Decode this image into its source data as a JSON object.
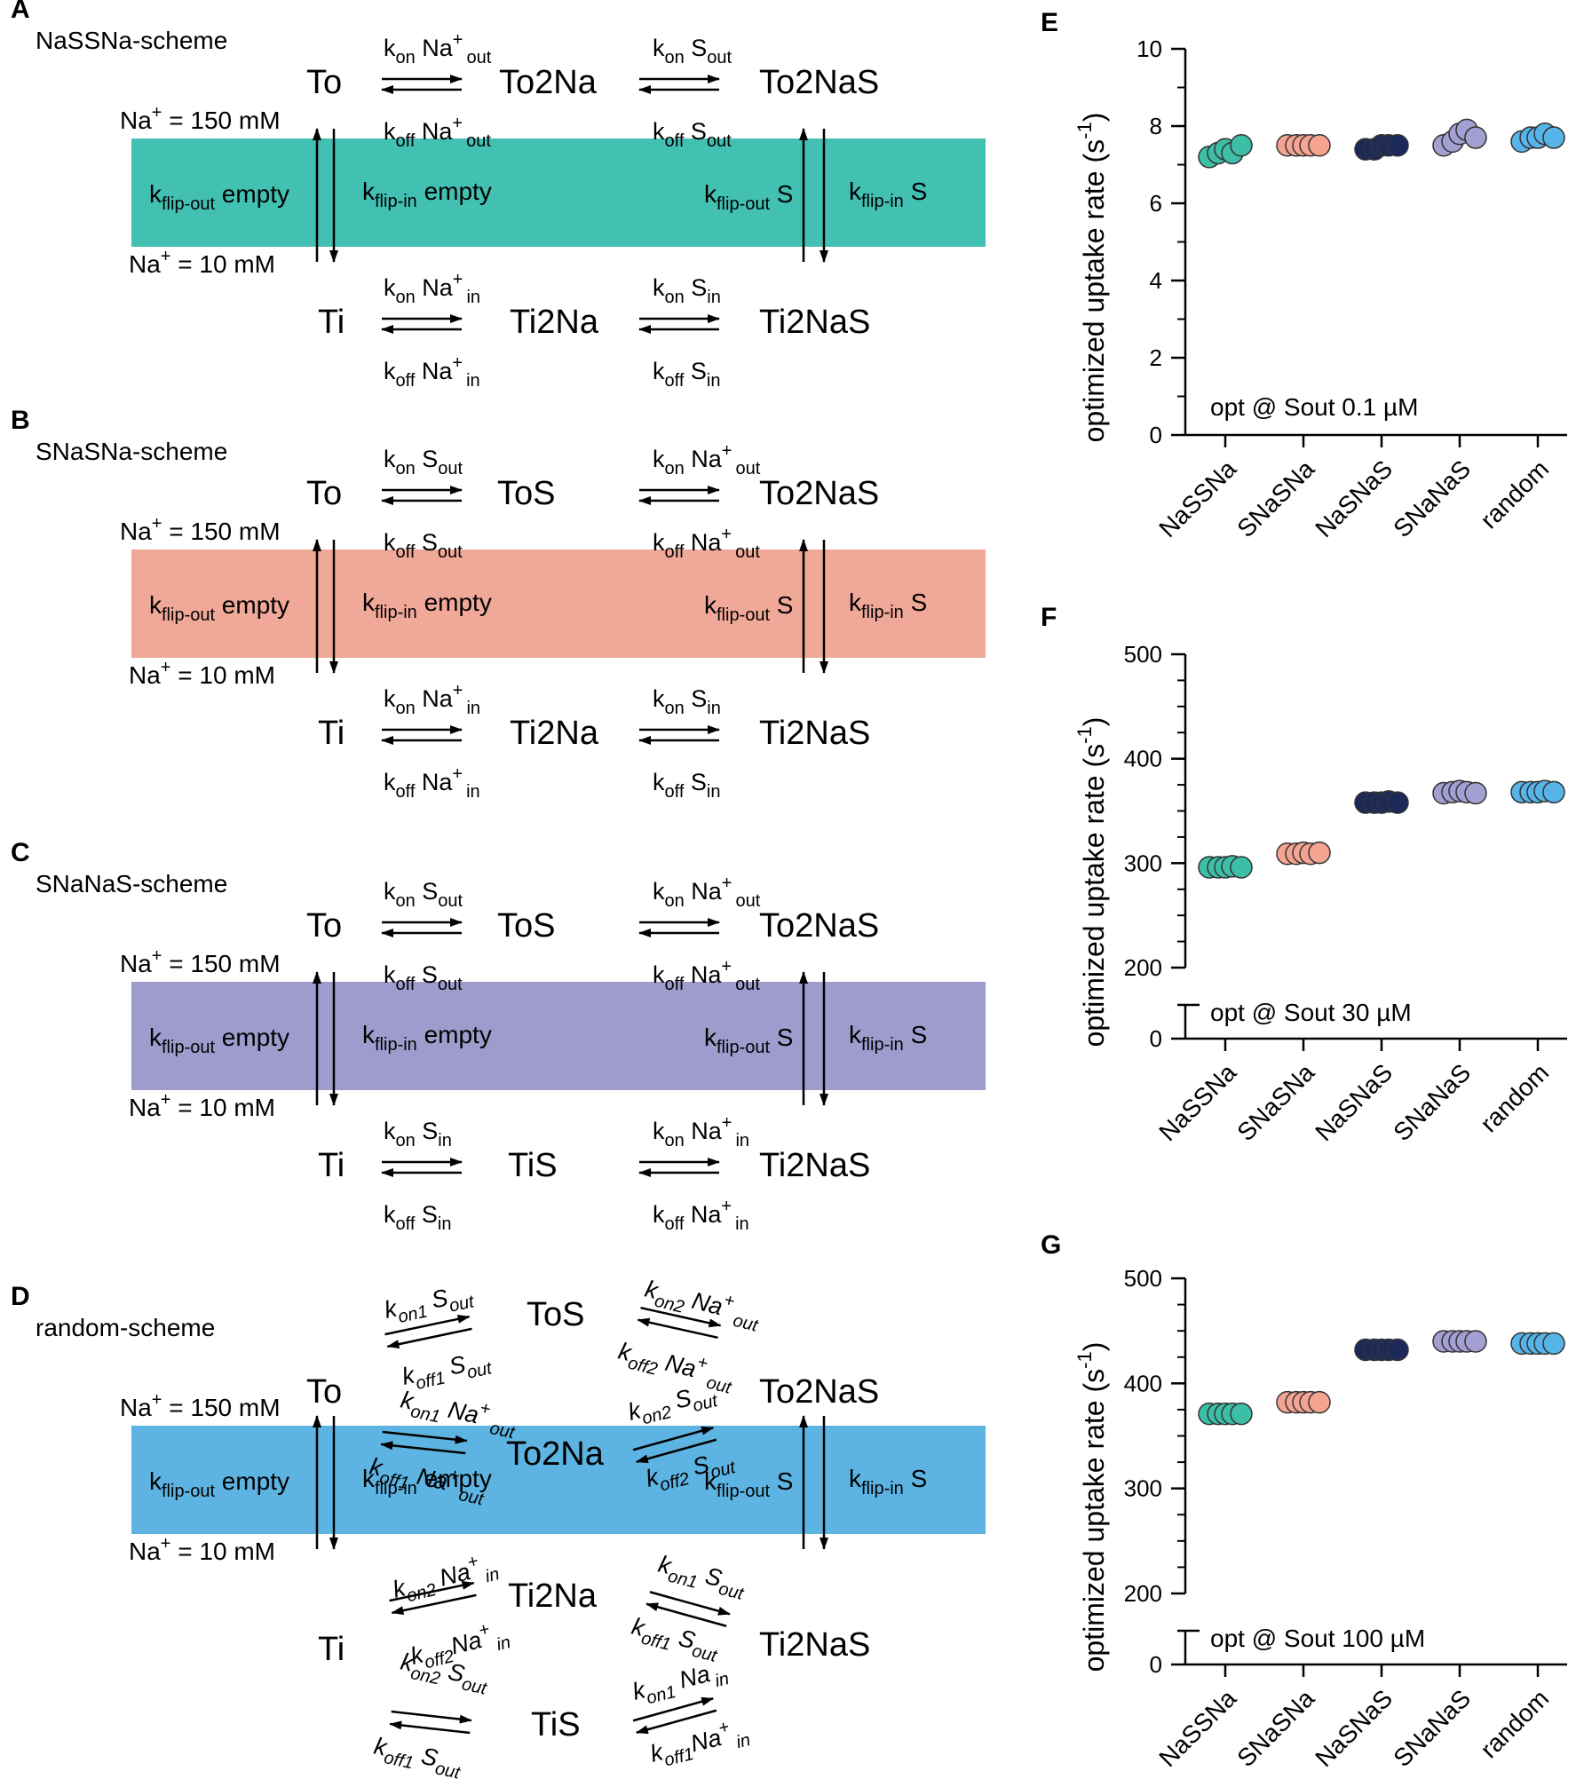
{
  "panels": {
    "A": {
      "letter": "A",
      "title": "NaSSNa-scheme",
      "color": "#42c0b2"
    },
    "B": {
      "letter": "B",
      "title": "SNaSNa-scheme",
      "color": "#f0a898"
    },
    "C": {
      "letter": "C",
      "title": "SNaNaS-scheme",
      "color": "#9d9ccd"
    },
    "D": {
      "letter": "D",
      "title": "random-scheme",
      "color": "#5db4e2"
    },
    "E": {
      "letter": "E"
    },
    "F": {
      "letter": "F"
    },
    "G": {
      "letter": "G"
    }
  },
  "labels": {
    "na_out": "Na",
    "na_out_conc": "= 150 mM",
    "na_in_conc": "= 10 mM",
    "plus": "+",
    "k": "k",
    "sub_on": "on",
    "sub_off": "off",
    "sub_on1": "on1",
    "sub_off1": "off1",
    "sub_on2": "on2",
    "sub_off2": "off2",
    "sub_out": "out",
    "sub_in": "in",
    "sub_flip_out": "flip-out",
    "sub_flip_in": "flip-in",
    "empty": "empty",
    "S": "S",
    "Na": "Na"
  },
  "states": {
    "To": "To",
    "Ti": "Ti",
    "To2Na": "To2Na",
    "To2NaS": "To2NaS",
    "Ti2Na": "Ti2Na",
    "Ti2NaS": "Ti2NaS",
    "ToS": "ToS",
    "TiS": "TiS"
  },
  "chart_data": [
    {
      "type": "scatter",
      "ylabel": "optimized uptake rate (s⁻¹)",
      "ylabel_main": "optimized uptake rate (s",
      "ylabel_exp": "-1",
      "ylabel_end": ")",
      "annotation": "opt @ Sout 0.1 µM",
      "categories": [
        "NaSSNa",
        "SNaSNa",
        "NaSNaS",
        "SNaNaS",
        "random"
      ],
      "colors": [
        "#3dbfa7",
        "#f4a490",
        "#1c2a5a",
        "#a49fd2",
        "#56b4e8"
      ],
      "ylim": [
        0,
        10
      ],
      "yticks": [
        0,
        2,
        4,
        6,
        8,
        10
      ],
      "broken_axis": false,
      "series": [
        {
          "category": "NaSSNa",
          "values": [
            7.2,
            7.3,
            7.4,
            7.3,
            7.5
          ]
        },
        {
          "category": "SNaSNa",
          "values": [
            7.5,
            7.5,
            7.5,
            7.5,
            7.5
          ]
        },
        {
          "category": "NaSNaS",
          "values": [
            7.4,
            7.4,
            7.5,
            7.5,
            7.5
          ]
        },
        {
          "category": "SNaNaS",
          "values": [
            7.5,
            7.6,
            7.8,
            7.9,
            7.7
          ]
        },
        {
          "category": "random",
          "values": [
            7.6,
            7.7,
            7.7,
            7.8,
            7.7
          ]
        }
      ]
    },
    {
      "type": "scatter",
      "ylabel": "optimized uptake rate (s⁻¹)",
      "ylabel_main": "optimized uptake rate (s",
      "ylabel_exp": "-1",
      "ylabel_end": ")",
      "annotation": "opt @ Sout 30 µM",
      "categories": [
        "NaSSNa",
        "SNaSNa",
        "NaSNaS",
        "SNaNaS",
        "random"
      ],
      "colors": [
        "#3dbfa7",
        "#f4a490",
        "#1c2a5a",
        "#a49fd2",
        "#56b4e8"
      ],
      "ylim": [
        200,
        500
      ],
      "yticks": [
        0,
        200,
        300,
        400,
        500
      ],
      "broken_axis": true,
      "series": [
        {
          "category": "NaSSNa",
          "values": [
            296,
            296,
            296,
            297,
            296
          ]
        },
        {
          "category": "SNaSNa",
          "values": [
            309,
            309,
            310,
            309,
            310
          ]
        },
        {
          "category": "NaSNaS",
          "values": [
            358,
            358,
            358,
            359,
            358
          ]
        },
        {
          "category": "SNaNaS",
          "values": [
            367,
            368,
            369,
            368,
            367
          ]
        },
        {
          "category": "random",
          "values": [
            368,
            368,
            368,
            369,
            368
          ]
        }
      ]
    },
    {
      "type": "scatter",
      "ylabel": "optimized uptake rate (s⁻¹)",
      "ylabel_main": "optimized uptake rate (s",
      "ylabel_exp": "-1",
      "ylabel_end": ")",
      "annotation": "opt @ Sout 100 µM",
      "categories": [
        "NaSSNa",
        "SNaSNa",
        "NaSNaS",
        "SNaNaS",
        "random"
      ],
      "colors": [
        "#3dbfa7",
        "#f4a490",
        "#1c2a5a",
        "#a49fd2",
        "#56b4e8"
      ],
      "ylim": [
        200,
        500
      ],
      "yticks": [
        0,
        200,
        300,
        400,
        500
      ],
      "broken_axis": true,
      "series": [
        {
          "category": "NaSSNa",
          "values": [
            371,
            371,
            371,
            371,
            371
          ]
        },
        {
          "category": "SNaSNa",
          "values": [
            382,
            382,
            382,
            382,
            382
          ]
        },
        {
          "category": "NaSNaS",
          "values": [
            432,
            432,
            432,
            432,
            432
          ]
        },
        {
          "category": "SNaNaS",
          "values": [
            440,
            440,
            440,
            440,
            440
          ]
        },
        {
          "category": "random",
          "values": [
            438,
            438,
            438,
            438,
            438
          ]
        }
      ]
    }
  ]
}
